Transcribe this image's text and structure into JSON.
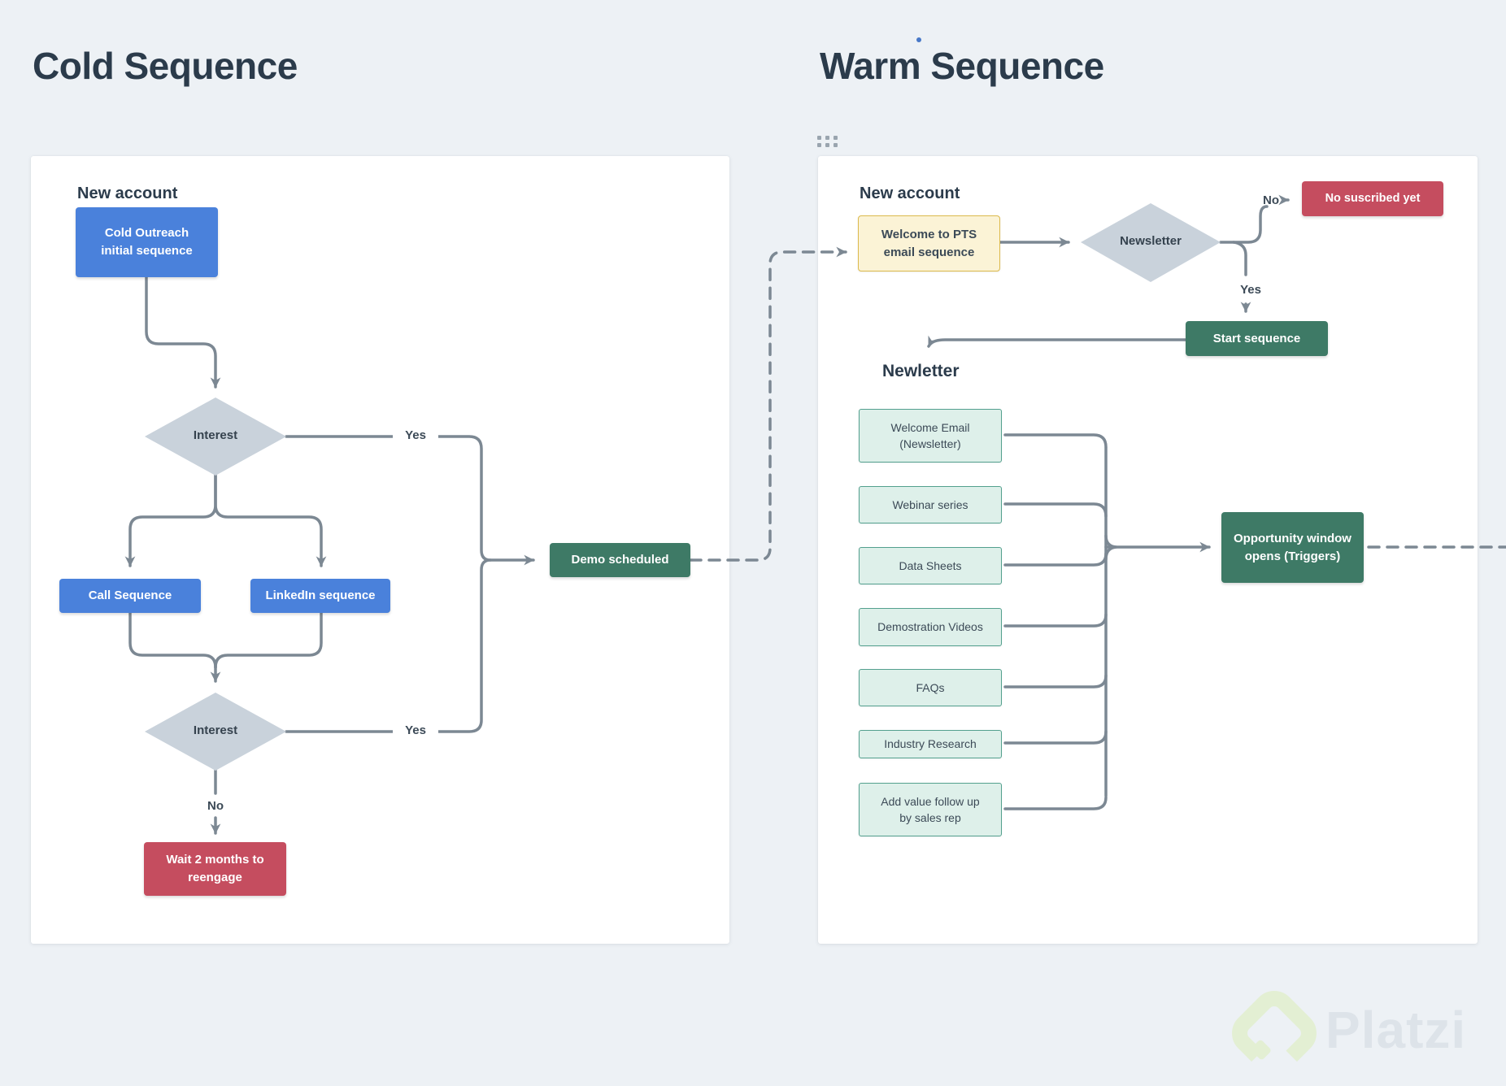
{
  "titles": {
    "cold": "Cold Sequence",
    "warm": "Warm Sequence"
  },
  "cold": {
    "section_label": "New account",
    "outreach": {
      "line1": "Cold Outreach",
      "line2": "initial sequence"
    },
    "interest1": "Interest",
    "interest2": "Interest",
    "call": "Call Sequence",
    "linkedin": "LinkedIn sequence",
    "demo": "Demo scheduled",
    "wait": {
      "line1": "Wait 2 months to",
      "line2": "reengage"
    },
    "yes1": "Yes",
    "yes2": "Yes",
    "no1": "No"
  },
  "warm": {
    "section_label": "New account",
    "welcome": {
      "line1": "Welcome to PTS",
      "line2": "email sequence"
    },
    "newsletter_decision": "Newsletter",
    "no_label": "No",
    "yes_label": "Yes",
    "not_subscribed": "No suscribed yet",
    "start": "Start sequence",
    "list_heading": "Newletter",
    "items": [
      {
        "l1": "Welcome Email",
        "l2": "(Newsletter)"
      },
      {
        "l1": "Webinar series"
      },
      {
        "l1": "Data Sheets"
      },
      {
        "l1": "Demostration Videos"
      },
      {
        "l1": "FAQs"
      },
      {
        "l1": "Industry Research"
      },
      {
        "l1": "Add value follow up",
        "l2": "by sales rep"
      }
    ],
    "opportunity": {
      "line1": "Opportunity window",
      "line2": "opens (Triggers)"
    }
  },
  "watermark": {
    "brand": "Platzi"
  },
  "colors": {
    "background": "#EDF1F5",
    "panel": "#FFFFFF",
    "title_text": "#2B3B4B",
    "node_blue": "#4A81DB",
    "node_green": "#3E7A66",
    "node_red": "#C54D5F",
    "yellow_fill": "#FBF3D6",
    "yellow_border": "#DCBA4D",
    "mint_fill": "#DEF0EA",
    "mint_border": "#53A08E",
    "diamond_fill": "#C9D2DB",
    "connector": "#7C8893",
    "watermark_text": "#DDE3E9",
    "watermark_logo": "#E3EFD3"
  }
}
